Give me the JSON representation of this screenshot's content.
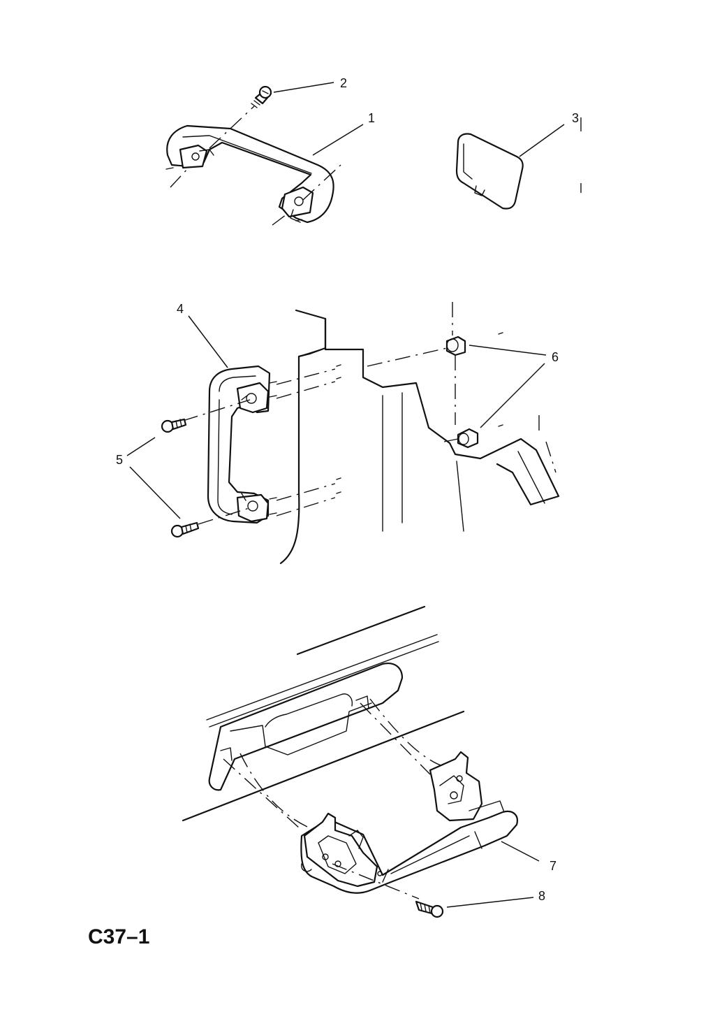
{
  "diagram": {
    "code": "C37–1",
    "callouts": [
      {
        "id": "1",
        "label": "1"
      },
      {
        "id": "2",
        "label": "2"
      },
      {
        "id": "3",
        "label": "3"
      },
      {
        "id": "4",
        "label": "4"
      },
      {
        "id": "5",
        "label": "5"
      },
      {
        "id": "6",
        "label": "6"
      },
      {
        "id": "7",
        "label": "7"
      },
      {
        "id": "8",
        "label": "8"
      }
    ]
  }
}
